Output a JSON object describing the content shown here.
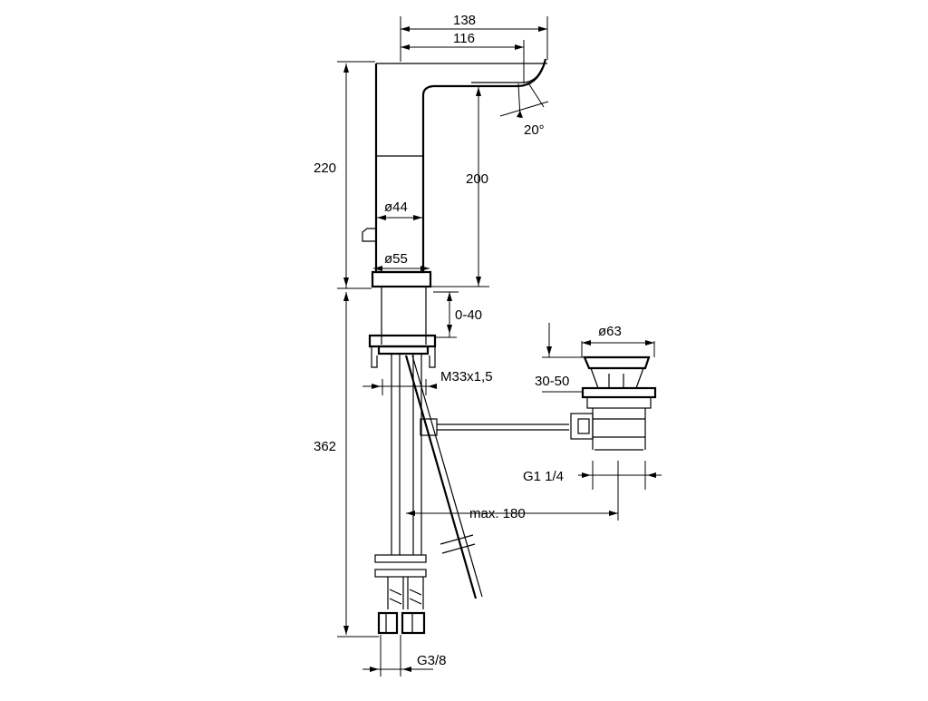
{
  "dimensions": {
    "overall_spout_reach": "138",
    "spout_reach": "116",
    "spout_angle": "20°",
    "total_height": "220",
    "spout_height": "200",
    "body_diameter": "ø44",
    "base_diameter": "ø55",
    "deck_thickness_range": "0-40",
    "mounting_thread": "M33x1,5",
    "below_deck_length": "362",
    "waste_flange_diameter": "ø63",
    "waste_adjust_range": "30-50",
    "waste_thread": "G1 1/4",
    "pull_rod_max_length": "max. 180",
    "supply_thread": "G3/8"
  }
}
